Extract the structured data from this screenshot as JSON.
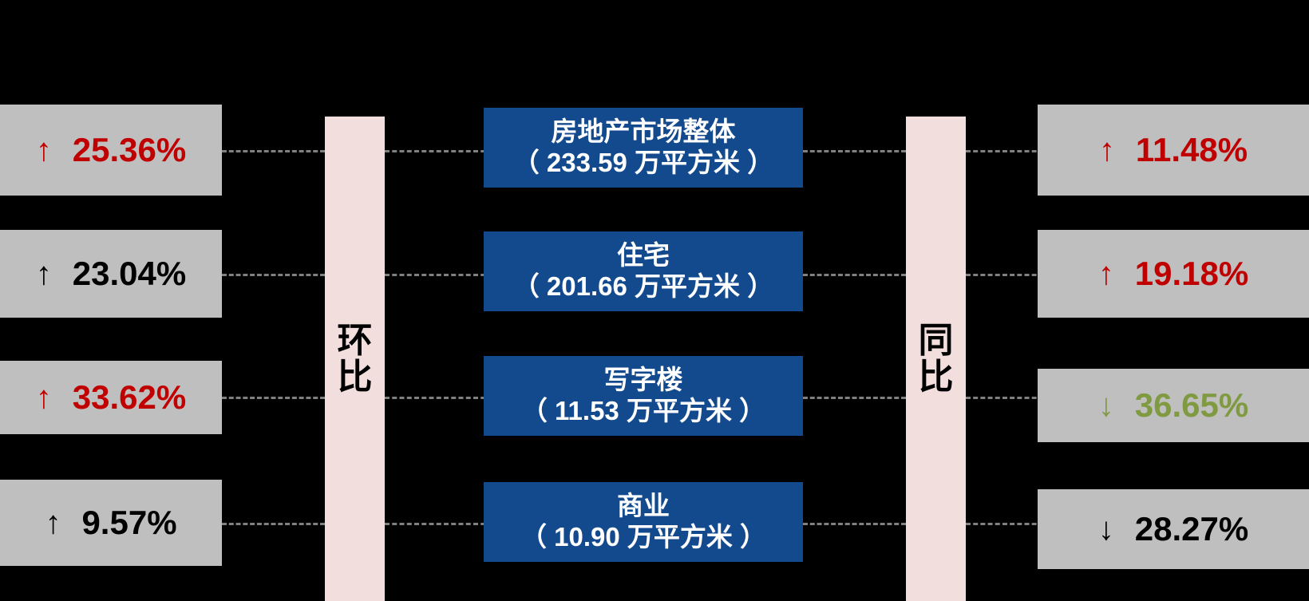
{
  "chart_data": {
    "type": "diagram",
    "title": "",
    "axes": {
      "left_label": "环比",
      "right_label": "同比"
    },
    "unit": "万平方米",
    "categories": [
      {
        "name": "房地产市场整体",
        "value": "（ 233.59 万平方米 ）",
        "amount": 233.59,
        "mom": {
          "arrow": "↑",
          "value": "25.36%",
          "direction": "up",
          "color": "#c00000"
        },
        "yoy": {
          "arrow": "↑",
          "value": "11.48%",
          "direction": "up",
          "color": "#c00000"
        }
      },
      {
        "name": "住宅",
        "value": "（ 201.66 万平方米 ）",
        "amount": 201.66,
        "mom": {
          "arrow": "↑",
          "value": "23.04%",
          "direction": "up",
          "color": "#000000"
        },
        "yoy": {
          "arrow": "↑",
          "value": "19.18%",
          "direction": "up",
          "color": "#c00000"
        }
      },
      {
        "name": "写字楼",
        "value": "（ 11.53 万平方米 ）",
        "amount": 11.53,
        "mom": {
          "arrow": "↑",
          "value": "33.62%",
          "direction": "up",
          "color": "#c00000"
        },
        "yoy": {
          "arrow": "↓",
          "value": "36.65%",
          "direction": "down",
          "color": "#7f9a40"
        }
      },
      {
        "name": "商业",
        "value": "（ 10.90 万平方米 ）",
        "amount": 10.9,
        "mom": {
          "arrow": "↑",
          "value": "9.57%",
          "direction": "up",
          "color": "#000000"
        },
        "yoy": {
          "arrow": "↓",
          "value": "28.27%",
          "direction": "down",
          "color": "#000000"
        }
      }
    ],
    "colors": {
      "background": "#000000",
      "category_box": "#134a8e",
      "metric_box": "#bfbfbf",
      "axis_bar": "#f2dedc",
      "connector": "#808080",
      "up_highlight": "#c00000",
      "down_highlight": "#7f9a40",
      "neutral_text": "#000000"
    }
  }
}
